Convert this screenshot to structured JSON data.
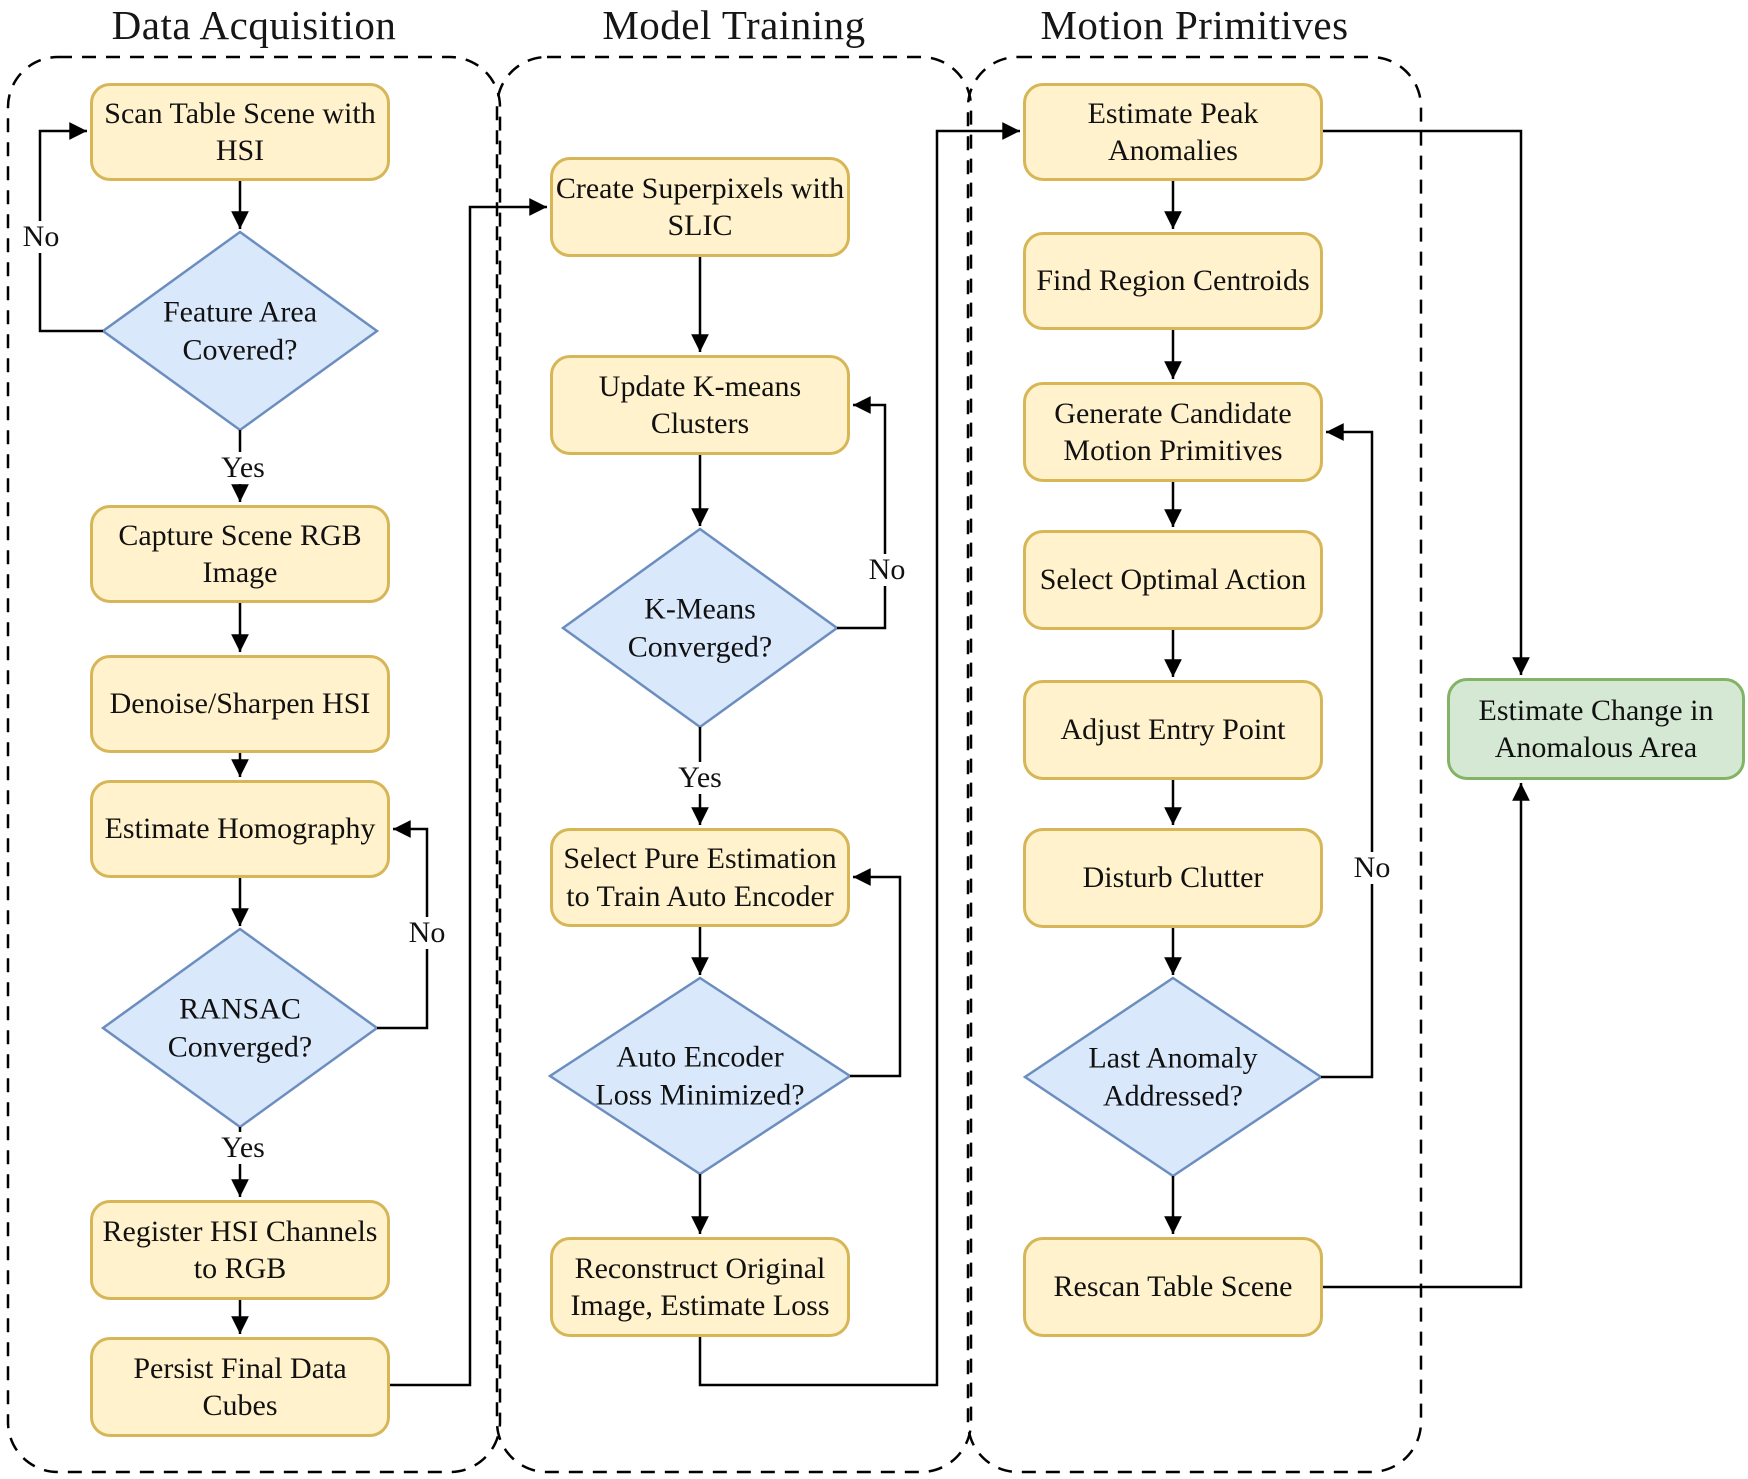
{
  "flow": {
    "columns": [
      {
        "title": "Data Acquisition",
        "nodes": {
          "scan": "Scan Table Scene with HSI",
          "feature": "Feature Area Covered?",
          "capture": "Capture Scene RGB Image",
          "denoise": "Denoise/Sharpen HSI",
          "homography": "Estimate Homography",
          "ransac": "RANSAC Converged?",
          "register": "Register HSI Channels to RGB",
          "persist": "Persist Final Data Cubes"
        },
        "edge_labels": {
          "feature_no": "No",
          "feature_yes": "Yes",
          "ransac_no": "No",
          "ransac_yes": "Yes"
        }
      },
      {
        "title": "Model Training",
        "nodes": {
          "create": "Create Superpixels with SLIC",
          "update": "Update K-means Clusters",
          "kmeans": "K-Means Converged?",
          "select": "Select Pure Estimation to Train Auto Encoder",
          "auto": "Auto Encoder Loss Minimized?",
          "reconstruct": "Reconstruct Original Image, Estimate Loss"
        },
        "edge_labels": {
          "kmeans_no": "No",
          "kmeans_yes": "Yes"
        }
      },
      {
        "title": "Motion Primitives",
        "nodes": {
          "estimate_peak": "Estimate Peak Anomalies",
          "find": "Find Region Centroids",
          "generate": "Generate Candidate Motion Primitives",
          "select_action": "Select Optimal Action",
          "adjust": "Adjust Entry Point",
          "disturb": "Disturb Clutter",
          "last": "Last Anomaly Addressed?",
          "rescan": "Rescan Table Scene"
        },
        "edge_labels": {
          "last_no": "No"
        }
      }
    ],
    "result": "Estimate Change in Anomalous Area",
    "colors": {
      "process_fill": "#FFF2CC",
      "process_border": "#D6B656",
      "decision_fill": "#DAE8FC",
      "decision_border": "#6C8EBF",
      "result_fill": "#D5E8D4",
      "result_border": "#82B366",
      "line": "#000000"
    }
  }
}
